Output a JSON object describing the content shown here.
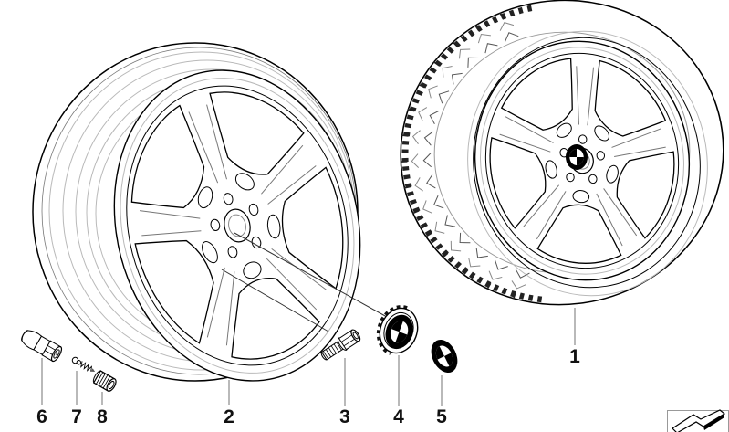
{
  "diagram": {
    "background": "#ffffff",
    "callout_labels": [
      "1",
      "2",
      "3",
      "4",
      "5",
      "6",
      "7",
      "8"
    ],
    "colors": {
      "outline": "#000000",
      "construction_line": "#b9b9b9",
      "leader_line": "#8a8a8a",
      "roundel_black": "#000000",
      "white": "#ffffff"
    },
    "icons": {
      "brand": "bmw-roundel-icon",
      "watermark": "zigzag-ribbon-icon"
    }
  }
}
